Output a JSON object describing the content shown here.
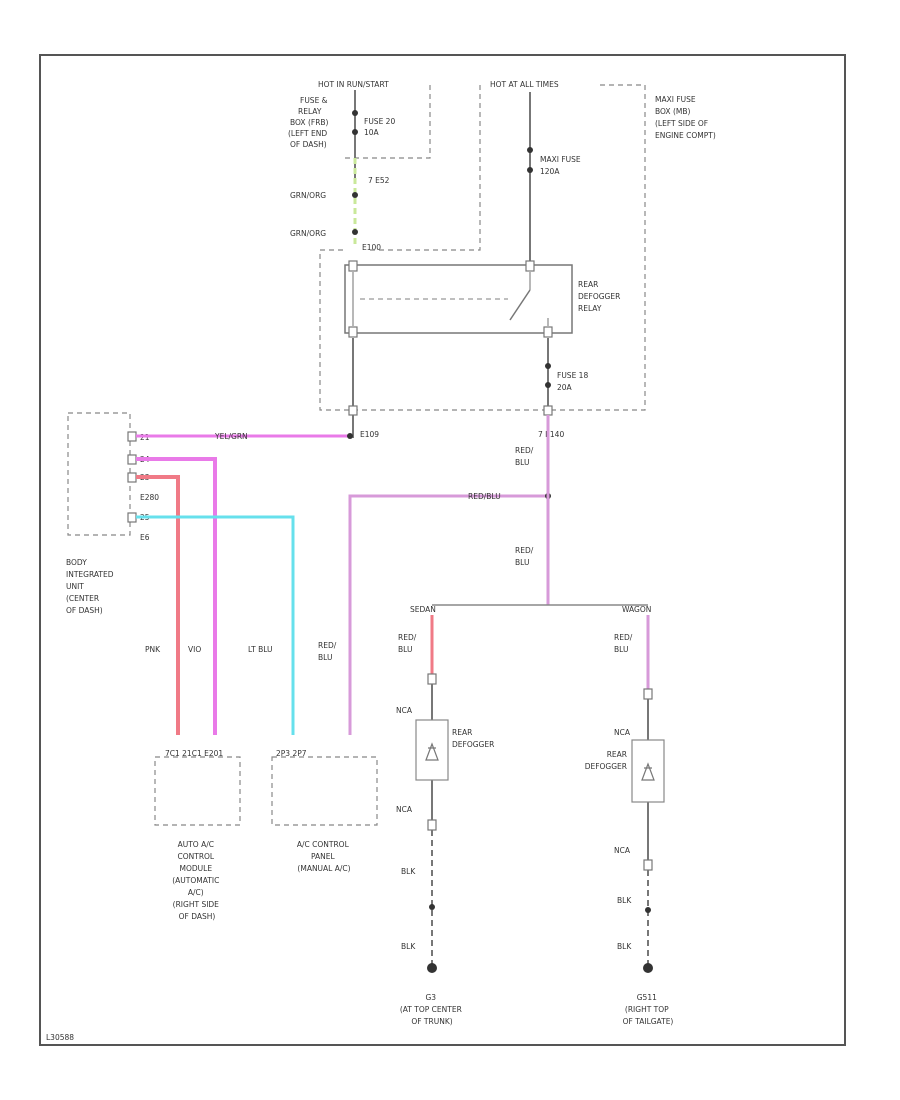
{
  "power": {
    "hot_in_run": "HOT IN RUN/START",
    "hot_all_times": "HOT AT ALL TIMES"
  },
  "fuse_relay_box": [
    "FUSE &",
    "RELAY",
    "BOX (FRB)",
    "(LEFT END",
    "OF DASH)"
  ],
  "fuse_20": [
    "FUSE 20",
    "10A"
  ],
  "maxi_fuse": [
    "MAXI FUSE",
    "120A"
  ],
  "underhood_box": [
    "MAXI FUSE",
    "BOX (MB)",
    "(LEFT SIDE OF",
    "ENGINE COMPT)"
  ],
  "relay": [
    "REAR",
    "DEFOGGER",
    "RELAY"
  ],
  "fuse_18": [
    "FUSE 18",
    "20A"
  ],
  "connectors": {
    "frb_out": "7  E52",
    "e100": "E100",
    "e109": "E109",
    "e140": "7  E140",
    "bcm_row5": "E280",
    "bcm_row6": "E6"
  },
  "bcm_pins": [
    "21",
    "24",
    "23",
    "",
    "25"
  ],
  "bcm": [
    "BODY",
    "INTEGRATED",
    "UNIT",
    "(CENTER",
    "OF DASH)"
  ],
  "wires": {
    "grn_org_1": "GRN/ORG",
    "grn_org_2": "GRN/ORG",
    "bcm_relay": "YEL/GRN",
    "red_blu_h": "RED/BLU",
    "red_blu_1": [
      "RED/",
      "BLU"
    ],
    "red_blu_2": [
      "RED/",
      "BLU"
    ],
    "pnk": "PNK",
    "vio": "VIO",
    "lt_blu": "LT BLU",
    "red_blu_v": [
      "RED/",
      "BLU"
    ],
    "sedan": "SEDAN",
    "wagon": "WAGON",
    "red_blu_sedan": [
      "RED/",
      "BLU"
    ],
    "red_blu_wagon": [
      "RED/",
      "BLU"
    ],
    "nca_1": "NCA",
    "nca_2": "NCA",
    "nca_3": "NCA",
    "nca_4": "NCA",
    "blk_1": "BLK",
    "blk_2": "BLK",
    "blk_3": "BLK",
    "blk_4": "BLK"
  },
  "defogger_sedan": [
    "REAR",
    "DEFOGGER"
  ],
  "defogger_wagon": [
    "REAR",
    "DEFOGGER"
  ],
  "auto_ac_pins": "7C1  21C1  E201",
  "ac_panel_pins": "2P3     2P7",
  "auto_ac": [
    "AUTO A/C",
    "CONTROL",
    "MODULE",
    "(AUTOMATIC",
    "A/C)",
    "(RIGHT SIDE",
    "OF DASH)"
  ],
  "ac_panel": [
    "A/C CONTROL",
    "PANEL",
    "(MANUAL A/C)"
  ],
  "ground_g3": [
    "G3",
    "(AT TOP CENTER",
    "OF TRUNK)"
  ],
  "ground_g511": [
    "G511",
    "(RIGHT TOP",
    "OF TAILGATE)"
  ],
  "footer_code": "L30588",
  "colors": {
    "pink": "#f07a9a",
    "violet": "#e97ae8",
    "lt_blu": "#66e0ec",
    "red_blu": "#d79ad9",
    "green": "#c9e89a",
    "red": "#f07a86"
  }
}
